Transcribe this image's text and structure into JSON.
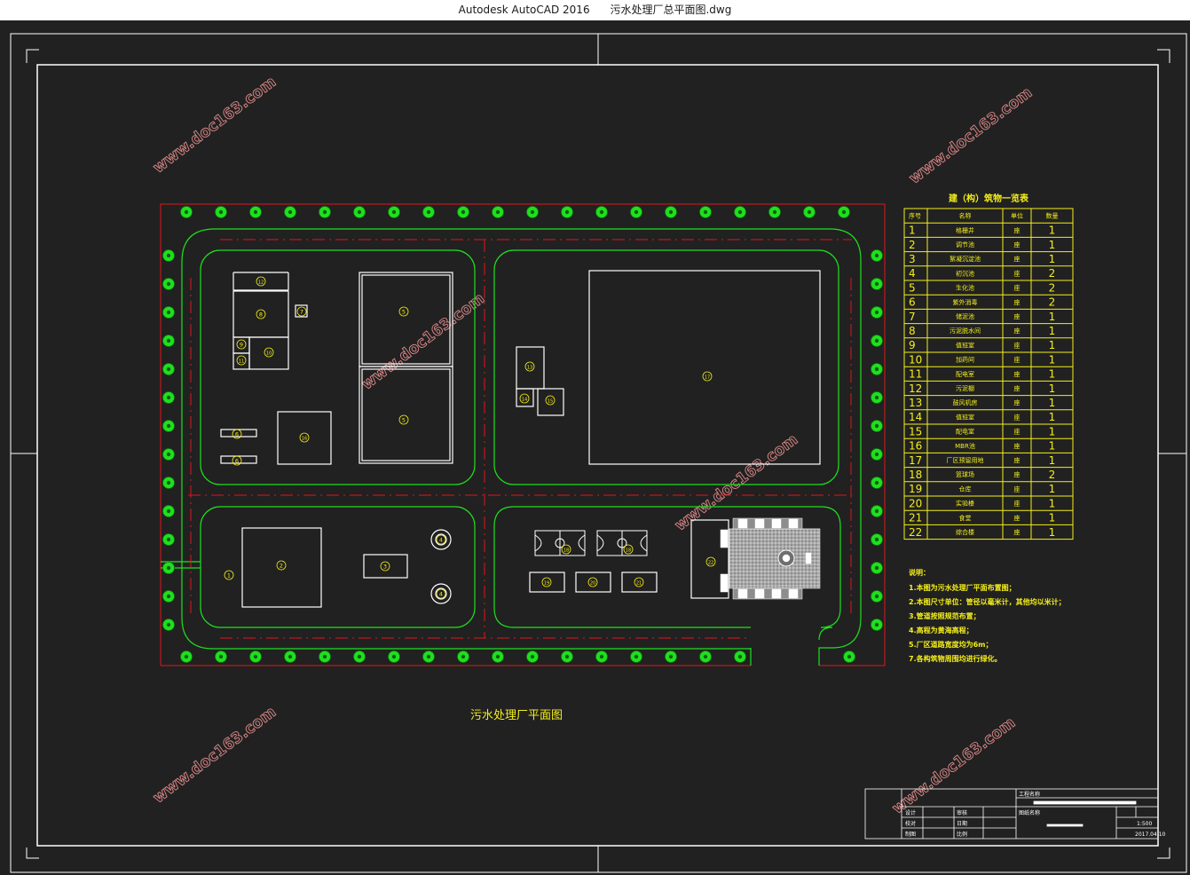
{
  "window": {
    "app_title": "Autodesk AutoCAD 2016",
    "file_name": "污水处理厂总平面图.dwg"
  },
  "drawing": {
    "title": "污水处理厂平面图",
    "watermark": "www.doc163.com",
    "colors": {
      "background": "#212121",
      "boundary_red": "#e0151b",
      "road_green": "#1fe01f",
      "label_yellow": "#f4ef1a",
      "outline_white": "#ffffff"
    },
    "buildings": [
      {
        "id": "1",
        "shape": "circle-label"
      },
      {
        "id": "2",
        "shape": "rect"
      },
      {
        "id": "3",
        "shape": "rect"
      },
      {
        "id": "4",
        "shape": "circle"
      },
      {
        "id": "5",
        "shape": "rect"
      },
      {
        "id": "6",
        "shape": "rect"
      },
      {
        "id": "7",
        "shape": "rect"
      },
      {
        "id": "8",
        "shape": "rect"
      },
      {
        "id": "9",
        "shape": "rect"
      },
      {
        "id": "10",
        "shape": "rect"
      },
      {
        "id": "11",
        "shape": "rect"
      },
      {
        "id": "12",
        "shape": "rect"
      },
      {
        "id": "13",
        "shape": "rect"
      },
      {
        "id": "14",
        "shape": "rect"
      },
      {
        "id": "15",
        "shape": "rect"
      },
      {
        "id": "16",
        "shape": "rect"
      },
      {
        "id": "17",
        "shape": "rect"
      },
      {
        "id": "18",
        "shape": "court"
      },
      {
        "id": "19",
        "shape": "rect"
      },
      {
        "id": "20",
        "shape": "rect"
      },
      {
        "id": "21",
        "shape": "rect"
      },
      {
        "id": "22",
        "shape": "rect"
      }
    ]
  },
  "table": {
    "title": "建（构）筑物一览表",
    "headers": [
      "序号",
      "名称",
      "单位",
      "数量"
    ],
    "rows": [
      [
        "1",
        "格栅井",
        "座",
        "1"
      ],
      [
        "2",
        "调节池",
        "座",
        "1"
      ],
      [
        "3",
        "絮凝沉淀池",
        "座",
        "1"
      ],
      [
        "4",
        "初沉池",
        "座",
        "2"
      ],
      [
        "5",
        "生化池",
        "座",
        "2"
      ],
      [
        "6",
        "紫外消毒",
        "座",
        "2"
      ],
      [
        "7",
        "储泥池",
        "座",
        "1"
      ],
      [
        "8",
        "污泥脱水间",
        "座",
        "1"
      ],
      [
        "9",
        "值班室",
        "座",
        "1"
      ],
      [
        "10",
        "加药间",
        "座",
        "1"
      ],
      [
        "11",
        "配电室",
        "座",
        "1"
      ],
      [
        "12",
        "污泥棚",
        "座",
        "1"
      ],
      [
        "13",
        "鼓风机房",
        "座",
        "1"
      ],
      [
        "14",
        "值班室",
        "座",
        "1"
      ],
      [
        "15",
        "配电室",
        "座",
        "1"
      ],
      [
        "16",
        "MBR池",
        "座",
        "1"
      ],
      [
        "17",
        "厂区预留用地",
        "座",
        "1"
      ],
      [
        "18",
        "篮球场",
        "座",
        "2"
      ],
      [
        "19",
        "仓库",
        "座",
        "1"
      ],
      [
        "20",
        "实验楼",
        "座",
        "1"
      ],
      [
        "21",
        "食堂",
        "座",
        "1"
      ],
      [
        "22",
        "综合楼",
        "座",
        "1"
      ]
    ]
  },
  "notes": {
    "heading": "说明：",
    "items": [
      "1.本图为污水处理厂平面布置图；",
      "2.本图尺寸单位：管径以毫米计，其他均以米计；",
      "3.管道按照规范布置；",
      "4.高程为黄海高程；",
      "5.厂区道路宽度均为6m；",
      "7.各构筑物周围均进行绿化。"
    ]
  },
  "titleblock": {
    "project_label": "工程名称",
    "drawing_label": "图纸名称",
    "rows": [
      [
        "设计",
        "审核"
      ],
      [
        "校对",
        "日期"
      ],
      [
        "制图",
        "比例"
      ]
    ],
    "scale": "1:500",
    "date": "2017.04.10"
  }
}
